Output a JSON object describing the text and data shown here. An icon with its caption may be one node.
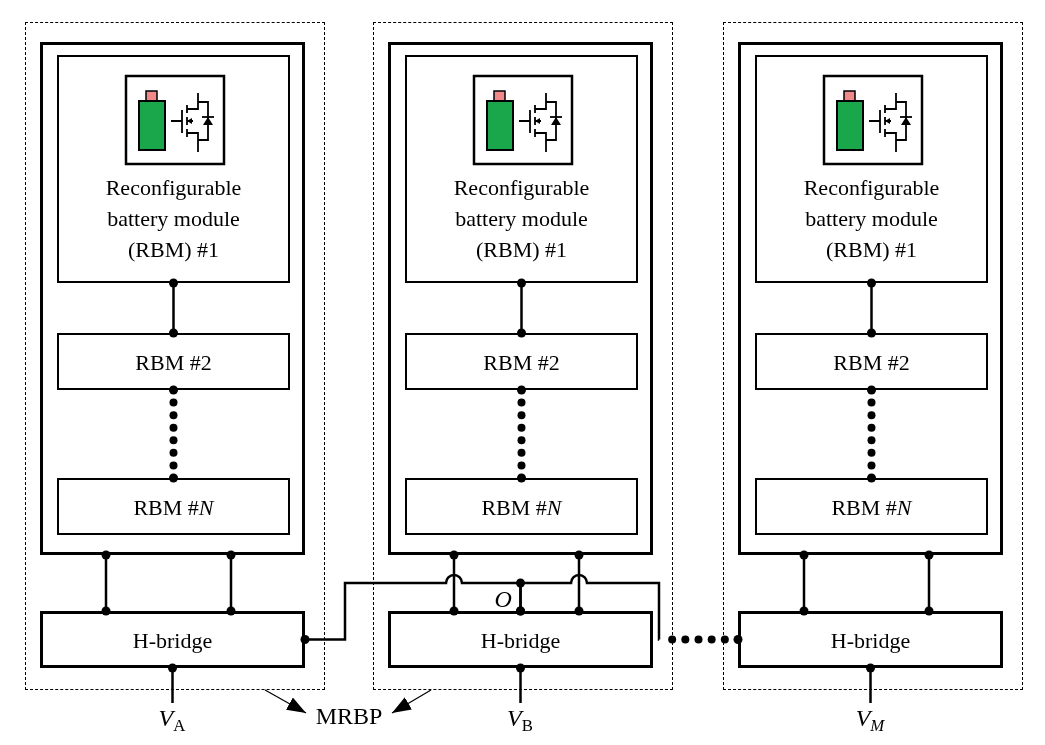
{
  "diagram": {
    "nodes": [
      {
        "text": [],
        "shape": "box"
      },
      {
        "text": [],
        "shape": "box",
        "in": 0
      },
      {
        "text": [
          "Reconfigurable battery module (RBM) #1"
        ],
        "in": 1
      },
      {
        "text": [
          "RBM #2"
        ],
        "in": 1
      },
      {
        "text": [
          "RBM #*N*"
        ],
        "in": 1
      },
      {
        "text": [
          "H-bridge"
        ],
        "in": 0
      },
      {
        "text": [
          "*V*$_{A}$"
        ]
      },
      {
        "text": [],
        "shape": "box"
      },
      {
        "text": [],
        "shape": "box",
        "in": 7
      },
      {
        "text": [
          "Reconfigurable battery module (RBM) #1"
        ],
        "in": 8
      },
      {
        "text": [
          "RBM #2"
        ],
        "in": 8
      },
      {
        "text": [
          "RBM #*N*"
        ],
        "in": 8
      },
      {
        "text": [
          "H-bridge"
        ],
        "in": 7
      },
      {
        "text": [
          "*V*$_{B}$"
        ]
      },
      {
        "text": [],
        "shape": "box"
      },
      {
        "text": [],
        "shape": "box",
        "in": 14
      },
      {
        "text": [
          "Reconfigurable battery module (RBM) #1"
        ],
        "in": 15
      },
      {
        "text": [
          "RBM #2"
        ],
        "in": 15
      },
      {
        "text": [
          "RBM #*N*"
        ],
        "in": 15
      },
      {
        "text": [
          "H-bridge"
        ],
        "in": 14
      },
      {
        "text": [
          "*V$_{M}$*"
        ]
      },
      {
        "text": [
          "MRBP"
        ]
      }
    ],
    "edges": [
      {
        "from": 2,
        "to": 3,
        "arrow": "other"
      },
      {
        "from": 3,
        "to": 4,
        "arrow": "other",
        "style": "dashed"
      },
      {
        "from": 1,
        "to": 5,
        "arrow": "other"
      },
      {
        "from": 1,
        "to": 5,
        "arrow": "other"
      },
      {
        "from": 5,
        "to": 6,
        "arrow": "other"
      },
      {
        "from": 9,
        "to": 10,
        "arrow": "other"
      },
      {
        "from": 10,
        "to": 11,
        "arrow": "other",
        "style": "dashed"
      },
      {
        "from": 8,
        "to": 12,
        "arrow": "other"
      },
      {
        "from": 8,
        "to": 12,
        "arrow": "other"
      },
      {
        "from": 12,
        "to": 13,
        "arrow": "other"
      },
      {
        "from": 16,
        "to": 17,
        "arrow": "other"
      },
      {
        "from": 17,
        "to": 18,
        "arrow": "other",
        "style": "dashed"
      },
      {
        "from": 15,
        "to": 19,
        "arrow": "other"
      },
      {
        "from": 15,
        "to": 19,
        "arrow": "other"
      },
      {
        "from": 19,
        "to": 20,
        "arrow": "other"
      },
      {
        "from": 5,
        "to": 12,
        "arrow": "other"
      },
      {
        "from": 12,
        "to": 19,
        "arrow": "other",
        "style": "dashed"
      },
      {
        "from": 0,
        "to": 21,
        "arrow": "to"
      },
      {
        "from": 7,
        "to": 21,
        "arrow": "to"
      }
    ],
    "labels": [
      "O"
    ]
  }
}
